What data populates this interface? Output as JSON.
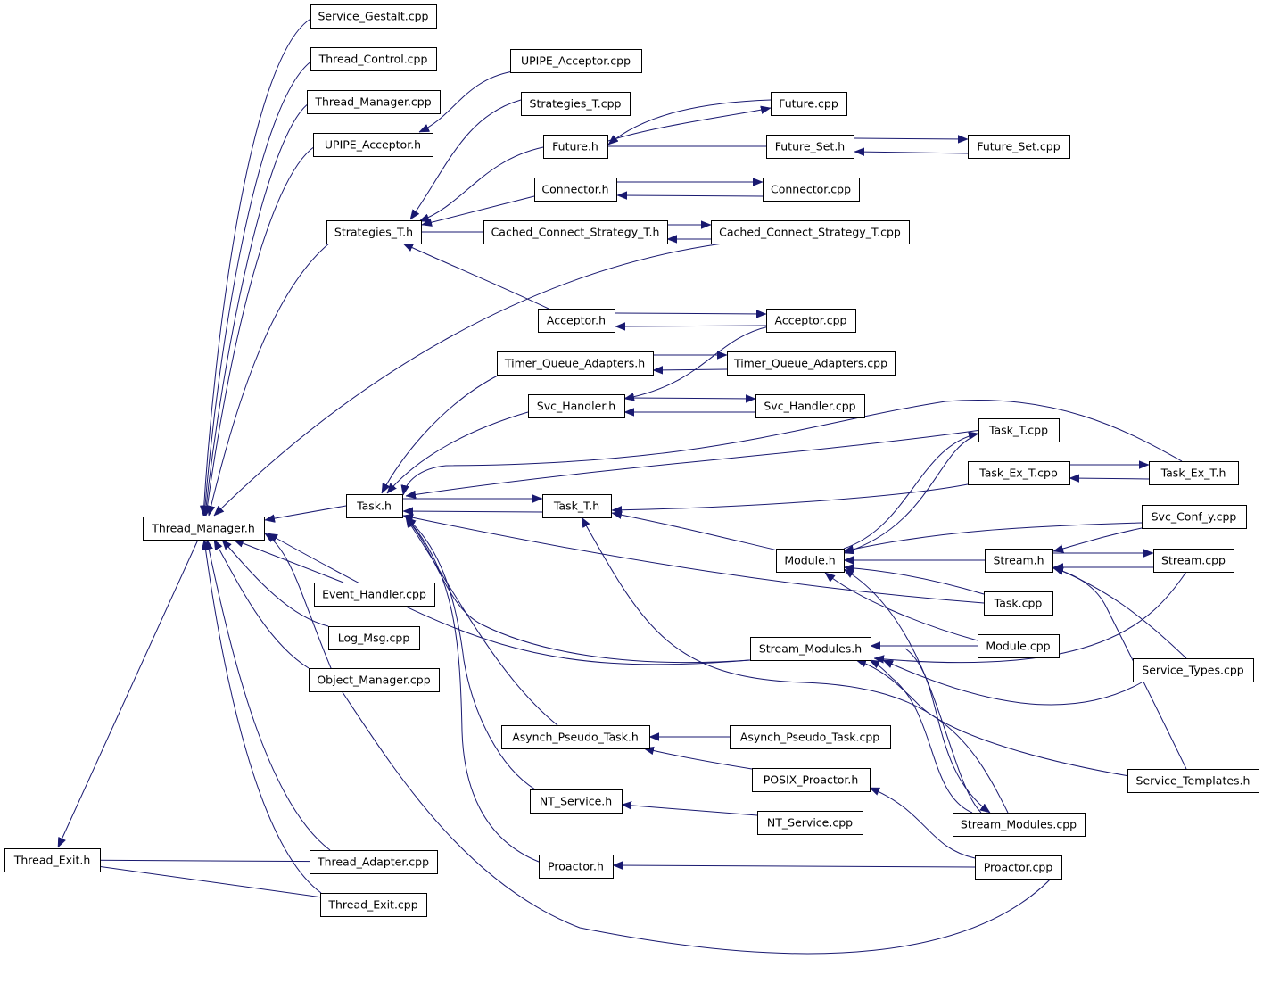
{
  "graph": {
    "edge_color": "#191970",
    "nodes": [
      {
        "id": "thread_exit_h",
        "label": "Thread_Exit.h",
        "fill": "#bfbfbf",
        "border": "#000000"
      },
      {
        "id": "thread_manager_h",
        "label": "Thread_Manager.h"
      },
      {
        "id": "thread_adapter_cpp",
        "label": "Thread_Adapter.cpp"
      },
      {
        "id": "thread_exit_cpp",
        "label": "Thread_Exit.cpp"
      },
      {
        "id": "service_gestalt_cpp",
        "label": "Service_Gestalt.cpp"
      },
      {
        "id": "thread_control_cpp",
        "label": "Thread_Control.cpp"
      },
      {
        "id": "thread_manager_cpp",
        "label": "Thread_Manager.cpp"
      },
      {
        "id": "upipe_acceptor_h",
        "label": "UPIPE_Acceptor.h"
      },
      {
        "id": "upipe_acceptor_cpp",
        "label": "UPIPE_Acceptor.cpp"
      },
      {
        "id": "strategies_t_h",
        "label": "Strategies_T.h"
      },
      {
        "id": "strategies_t_cpp",
        "label": "Strategies_T.cpp"
      },
      {
        "id": "future_h",
        "label": "Future.h"
      },
      {
        "id": "future_cpp",
        "label": "Future.cpp"
      },
      {
        "id": "future_set_h",
        "label": "Future_Set.h"
      },
      {
        "id": "future_set_cpp",
        "label": "Future_Set.cpp"
      },
      {
        "id": "connector_h",
        "label": "Connector.h"
      },
      {
        "id": "connector_cpp",
        "label": "Connector.cpp"
      },
      {
        "id": "cached_connect_strategy_t_h",
        "label": "Cached_Connect_Strategy_T.h"
      },
      {
        "id": "cached_connect_strategy_t_cpp",
        "label": "Cached_Connect_Strategy_T.cpp"
      },
      {
        "id": "acceptor_h",
        "label": "Acceptor.h"
      },
      {
        "id": "acceptor_cpp",
        "label": "Acceptor.cpp"
      },
      {
        "id": "timer_queue_adapters_h",
        "label": "Timer_Queue_Adapters.h"
      },
      {
        "id": "timer_queue_adapters_cpp",
        "label": "Timer_Queue_Adapters.cpp"
      },
      {
        "id": "svc_handler_h",
        "label": "Svc_Handler.h"
      },
      {
        "id": "svc_handler_cpp",
        "label": "Svc_Handler.cpp"
      },
      {
        "id": "task_h",
        "label": "Task.h"
      },
      {
        "id": "task_t_h",
        "label": "Task_T.h"
      },
      {
        "id": "task_t_cpp",
        "label": "Task_T.cpp"
      },
      {
        "id": "task_ex_t_cpp",
        "label": "Task_Ex_T.cpp"
      },
      {
        "id": "task_ex_t_h",
        "label": "Task_Ex_T.h"
      },
      {
        "id": "svc_conf_y_cpp",
        "label": "Svc_Conf_y.cpp"
      },
      {
        "id": "module_h",
        "label": "Module.h"
      },
      {
        "id": "stream_h",
        "label": "Stream.h",
        "border": "#ff0000"
      },
      {
        "id": "stream_cpp",
        "label": "Stream.cpp"
      },
      {
        "id": "task_cpp",
        "label": "Task.cpp"
      },
      {
        "id": "event_handler_cpp",
        "label": "Event_Handler.cpp"
      },
      {
        "id": "log_msg_cpp",
        "label": "Log_Msg.cpp"
      },
      {
        "id": "object_manager_cpp",
        "label": "Object_Manager.cpp"
      },
      {
        "id": "stream_modules_h",
        "label": "Stream_Modules.h"
      },
      {
        "id": "module_cpp",
        "label": "Module.cpp"
      },
      {
        "id": "service_types_cpp",
        "label": "Service_Types.cpp"
      },
      {
        "id": "asynch_pseudo_task_h",
        "label": "Asynch_Pseudo_Task.h"
      },
      {
        "id": "asynch_pseudo_task_cpp",
        "label": "Asynch_Pseudo_Task.cpp"
      },
      {
        "id": "posix_proactor_h",
        "label": "POSIX_Proactor.h",
        "border": "#ff0000"
      },
      {
        "id": "service_templates_h",
        "label": "Service_Templates.h"
      },
      {
        "id": "nt_service_h",
        "label": "NT_Service.h"
      },
      {
        "id": "nt_service_cpp",
        "label": "NT_Service.cpp"
      },
      {
        "id": "stream_modules_cpp",
        "label": "Stream_Modules.cpp"
      },
      {
        "id": "proactor_h",
        "label": "Proactor.h"
      },
      {
        "id": "proactor_cpp",
        "label": "Proactor.cpp"
      }
    ],
    "edges": [
      {
        "from": "thread_manager_h",
        "to": "thread_exit_h"
      },
      {
        "from": "thread_adapter_cpp",
        "to": "thread_exit_h"
      },
      {
        "from": "thread_exit_cpp",
        "to": "thread_exit_h"
      },
      {
        "from": "service_gestalt_cpp",
        "to": "thread_manager_h"
      },
      {
        "from": "thread_control_cpp",
        "to": "thread_manager_h"
      },
      {
        "from": "thread_manager_cpp",
        "to": "thread_manager_h"
      },
      {
        "from": "upipe_acceptor_h",
        "to": "thread_manager_h"
      },
      {
        "from": "strategies_t_h",
        "to": "thread_manager_h"
      },
      {
        "from": "cached_connect_strategy_t_cpp",
        "to": "thread_manager_h"
      },
      {
        "from": "task_h",
        "to": "thread_manager_h"
      },
      {
        "from": "event_handler_cpp",
        "to": "thread_manager_h"
      },
      {
        "from": "log_msg_cpp",
        "to": "thread_manager_h"
      },
      {
        "from": "object_manager_cpp",
        "to": "thread_manager_h"
      },
      {
        "from": "thread_adapter_cpp",
        "to": "thread_manager_h"
      },
      {
        "from": "thread_exit_cpp",
        "to": "thread_manager_h"
      },
      {
        "from": "proactor_cpp",
        "to": "thread_manager_h"
      },
      {
        "from": "stream_modules_h",
        "to": "thread_manager_h"
      },
      {
        "from": "upipe_acceptor_cpp",
        "to": "upipe_acceptor_h"
      },
      {
        "from": "strategies_t_cpp",
        "to": "strategies_t_h"
      },
      {
        "from": "future_h",
        "to": "strategies_t_h"
      },
      {
        "from": "connector_h",
        "to": "strategies_t_h"
      },
      {
        "from": "cached_connect_strategy_t_h",
        "to": "strategies_t_h"
      },
      {
        "from": "acceptor_h",
        "to": "strategies_t_h"
      },
      {
        "from": "future_cpp",
        "to": "future_h"
      },
      {
        "from": "future_set_h",
        "to": "future_h"
      },
      {
        "from": "future_h",
        "to": "future_cpp"
      },
      {
        "from": "future_set_cpp",
        "to": "future_set_h"
      },
      {
        "from": "future_set_h",
        "to": "future_set_cpp"
      },
      {
        "from": "connector_cpp",
        "to": "connector_h"
      },
      {
        "from": "connector_h",
        "to": "connector_cpp"
      },
      {
        "from": "cached_connect_strategy_t_cpp",
        "to": "cached_connect_strategy_t_h"
      },
      {
        "from": "cached_connect_strategy_t_h",
        "to": "cached_connect_strategy_t_cpp"
      },
      {
        "from": "acceptor_cpp",
        "to": "acceptor_h"
      },
      {
        "from": "acceptor_h",
        "to": "acceptor_cpp"
      },
      {
        "from": "timer_queue_adapters_cpp",
        "to": "timer_queue_adapters_h"
      },
      {
        "from": "timer_queue_adapters_h",
        "to": "timer_queue_adapters_cpp"
      },
      {
        "from": "acceptor_cpp",
        "to": "svc_handler_h"
      },
      {
        "from": "svc_handler_cpp",
        "to": "svc_handler_h"
      },
      {
        "from": "svc_handler_h",
        "to": "svc_handler_cpp"
      },
      {
        "from": "timer_queue_adapters_h",
        "to": "task_h"
      },
      {
        "from": "svc_handler_h",
        "to": "task_h"
      },
      {
        "from": "task_t_h",
        "to": "task_h"
      },
      {
        "from": "task_h",
        "to": "task_t_h"
      },
      {
        "from": "task_ex_t_h",
        "to": "task_h"
      },
      {
        "from": "task_t_cpp",
        "to": "task_h"
      },
      {
        "from": "task_cpp",
        "to": "task_h"
      },
      {
        "from": "stream_modules_h",
        "to": "task_h"
      },
      {
        "from": "asynch_pseudo_task_h",
        "to": "task_h"
      },
      {
        "from": "nt_service_h",
        "to": "task_h"
      },
      {
        "from": "proactor_h",
        "to": "task_h"
      },
      {
        "from": "module_h",
        "to": "task_t_h"
      },
      {
        "from": "task_ex_t_cpp",
        "to": "task_t_h"
      },
      {
        "from": "stream_modules_cpp",
        "to": "task_t_h"
      },
      {
        "from": "module_h",
        "to": "task_t_cpp"
      },
      {
        "from": "task_ex_t_cpp",
        "to": "task_ex_t_h"
      },
      {
        "from": "task_ex_t_h",
        "to": "task_ex_t_cpp"
      },
      {
        "from": "stream_h",
        "to": "module_h"
      },
      {
        "from": "svc_conf_y_cpp",
        "to": "module_h"
      },
      {
        "from": "task_t_cpp",
        "to": "module_h"
      },
      {
        "from": "task_cpp",
        "to": "module_h"
      },
      {
        "from": "module_cpp",
        "to": "module_h"
      },
      {
        "from": "stream_modules_cpp",
        "to": "module_h"
      },
      {
        "from": "svc_conf_y_cpp",
        "to": "stream_h"
      },
      {
        "from": "stream_cpp",
        "to": "stream_h"
      },
      {
        "from": "stream_h",
        "to": "stream_cpp"
      },
      {
        "from": "service_types_cpp",
        "to": "stream_h"
      },
      {
        "from": "service_templates_h",
        "to": "stream_h"
      },
      {
        "from": "module_cpp",
        "to": "stream_modules_h"
      },
      {
        "from": "stream_cpp",
        "to": "stream_modules_h"
      },
      {
        "from": "service_types_cpp",
        "to": "stream_modules_h"
      },
      {
        "from": "service_templates_h",
        "to": "stream_modules_h"
      },
      {
        "from": "stream_modules_cpp",
        "to": "stream_modules_h"
      },
      {
        "from": "stream_modules_h",
        "to": "stream_modules_cpp"
      },
      {
        "from": "asynch_pseudo_task_cpp",
        "to": "asynch_pseudo_task_h"
      },
      {
        "from": "posix_proactor_h",
        "to": "asynch_pseudo_task_h"
      },
      {
        "from": "proactor_cpp",
        "to": "posix_proactor_h"
      },
      {
        "from": "nt_service_cpp",
        "to": "nt_service_h"
      },
      {
        "from": "proactor_cpp",
        "to": "proactor_h"
      }
    ]
  }
}
